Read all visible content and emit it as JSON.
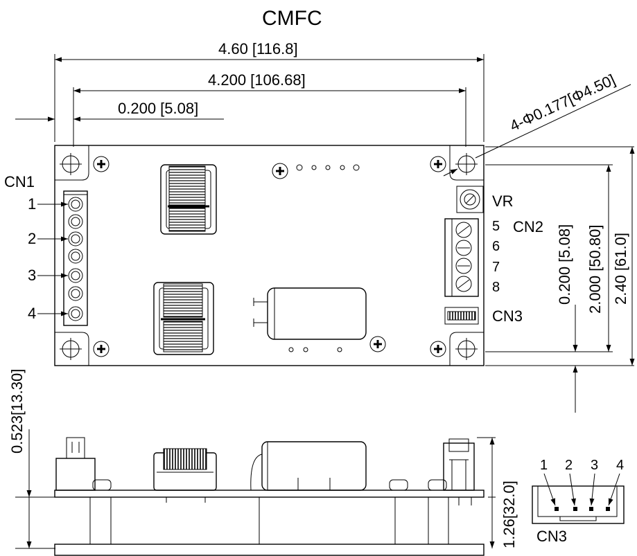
{
  "title": "CMFC",
  "dimensions": {
    "overall_width": "4.60 [116.8]",
    "hole_spacing_width": "4.200 [106.68]",
    "hole_edge_offset": "0.200 [5.08]",
    "hole_diameter": "4-Φ0.177[Φ4.50]",
    "right_offset": "0.200 [5.08]",
    "hole_spacing_height": "2.000 [50.80]",
    "overall_height": "2.40 [61.0]",
    "side_height": "0.523[13.30]",
    "total_height": "1.26[32.0]"
  },
  "labels": {
    "cn1": "CN1",
    "cn1_pins": [
      "1",
      "2",
      "3",
      "4"
    ],
    "vr": "VR",
    "cn2": "CN2",
    "cn2_pins": [
      "5",
      "6",
      "7",
      "8"
    ],
    "cn3": "CN3",
    "cn3_detail_pins": [
      "1",
      "2",
      "3",
      "4"
    ],
    "cn3_detail": "CN3"
  }
}
